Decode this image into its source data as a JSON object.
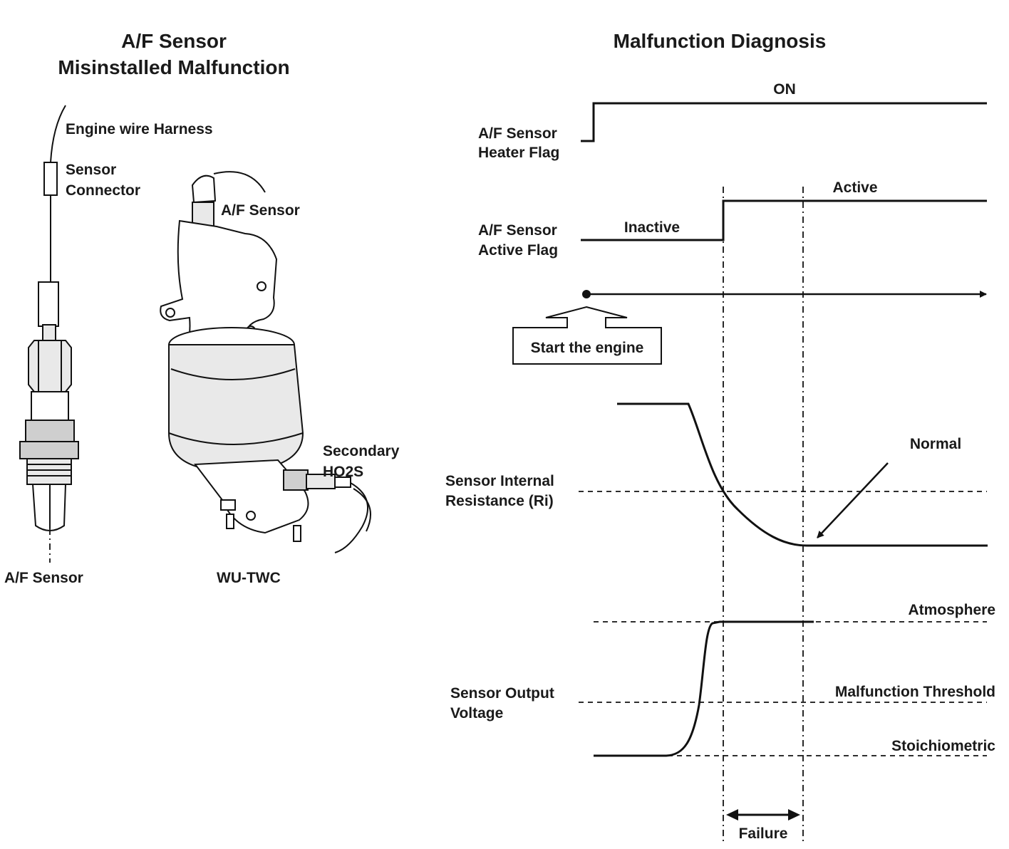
{
  "left_panel": {
    "title_line1": "A/F Sensor",
    "title_line2": "Misinstalled Malfunction",
    "engine_wire_harness": "Engine wire Harness",
    "sensor_connector_line1": "Sensor",
    "sensor_connector_line2": "Connector",
    "af_sensor_upper": "A/F Sensor",
    "secondary_line1": "Secondary",
    "secondary_line2": "HO2S",
    "af_sensor_caption": "A/F Sensor",
    "wutwc_caption": "WU-TWC"
  },
  "right_panel": {
    "title": "Malfunction Diagnosis",
    "heater": {
      "label_line1": "A/F Sensor",
      "label_line2": "Heater Flag",
      "state_on": "ON"
    },
    "active": {
      "label_line1": "A/F Sensor",
      "label_line2": "Active Flag",
      "state_inactive": "Inactive",
      "state_active": "Active"
    },
    "timeline": {
      "start_label": "Start the engine"
    },
    "resistance": {
      "label_line1": "Sensor Internal",
      "label_line2": "Resistance (Ri)",
      "normal_label": "Normal"
    },
    "voltage": {
      "label_line1": "Sensor Output",
      "label_line2": "Voltage",
      "atmosphere": "Atmosphere",
      "malfunction_threshold": "Malfunction Threshold",
      "stoichiometric": "Stoichiometric"
    },
    "failure_label": "Failure"
  }
}
